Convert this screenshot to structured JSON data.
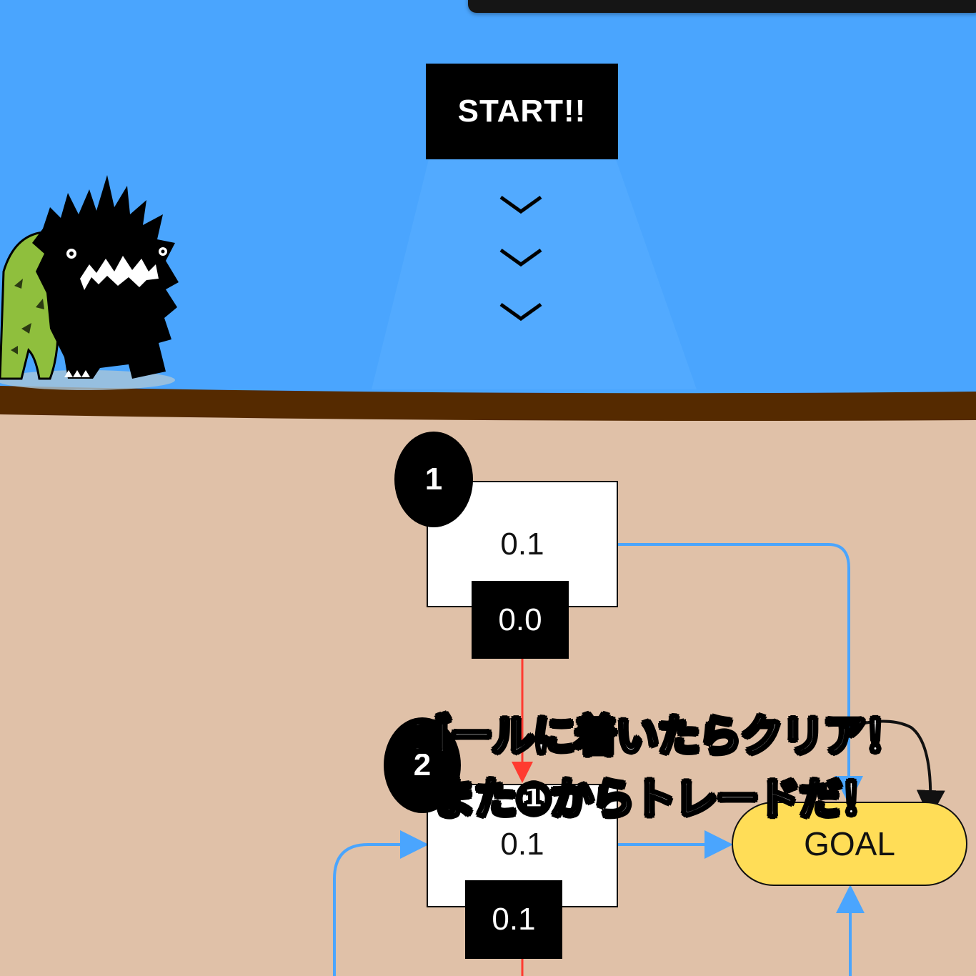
{
  "start_button": {
    "label": "START!!"
  },
  "nodes": [
    {
      "badge": "1",
      "value": "0.1",
      "tag": "0.0"
    },
    {
      "badge": "2",
      "value": "0.1",
      "tag": "0.1"
    }
  ],
  "goal": {
    "label": "GOAL"
  },
  "caption": {
    "line1": "ゴールに着いたらクリア！",
    "line2": "また①からトレードだ！"
  },
  "colors": {
    "sky": "#4aa5fe",
    "ground": "#e0c1a8",
    "soil_line": "#552a00",
    "arrow_blue": "#4aa5fe",
    "arrow_red": "#ff3b30",
    "goal_fill": "#ffdd57"
  },
  "icons": [
    "chevron-down-icon",
    "monster-illustration",
    "curved-arrow-icon"
  ]
}
